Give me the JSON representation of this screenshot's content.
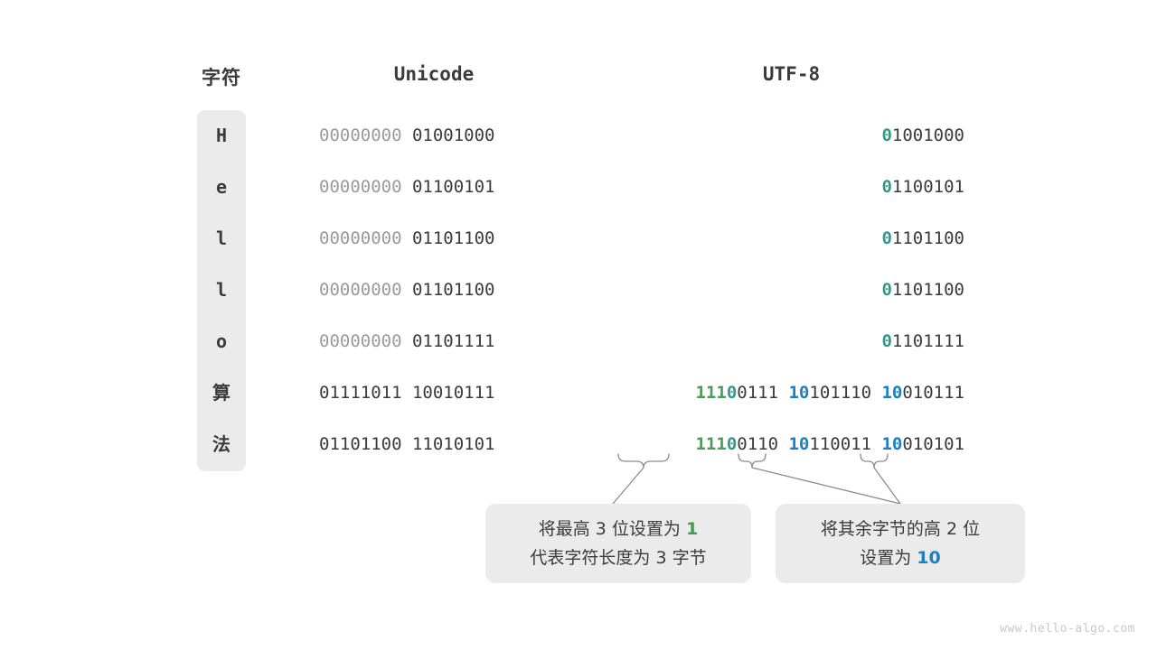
{
  "headers": {
    "character": "字符",
    "unicode": "Unicode",
    "utf8": "UTF-8"
  },
  "colors": {
    "green": "#4d9a5b",
    "teal": "#2e9b8c",
    "blue": "#1c7fc6",
    "text": "#3b3b3b",
    "dim": "#9a9a9a",
    "panel": "#ebebeb",
    "background": "#ffffff",
    "connector": "#8c8c8c",
    "watermark": "#c9c9c9"
  },
  "rows": [
    {
      "char": "H",
      "script": "latin",
      "unicode_high": "00000000",
      "unicode_low": "01001000",
      "utf8_bytes": [
        {
          "prefix": "0",
          "prefix_color": "teal",
          "rest": "1001000"
        }
      ]
    },
    {
      "char": "e",
      "script": "latin",
      "unicode_high": "00000000",
      "unicode_low": "01100101",
      "utf8_bytes": [
        {
          "prefix": "0",
          "prefix_color": "teal",
          "rest": "1100101"
        }
      ]
    },
    {
      "char": "l",
      "script": "latin",
      "unicode_high": "00000000",
      "unicode_low": "01101100",
      "utf8_bytes": [
        {
          "prefix": "0",
          "prefix_color": "teal",
          "rest": "1101100"
        }
      ]
    },
    {
      "char": "l",
      "script": "latin",
      "unicode_high": "00000000",
      "unicode_low": "01101100",
      "utf8_bytes": [
        {
          "prefix": "0",
          "prefix_color": "teal",
          "rest": "1101100"
        }
      ]
    },
    {
      "char": "o",
      "script": "latin",
      "unicode_high": "00000000",
      "unicode_low": "01101111",
      "utf8_bytes": [
        {
          "prefix": "0",
          "prefix_color": "teal",
          "rest": "1101111"
        }
      ]
    },
    {
      "char": "算",
      "script": "cjk",
      "unicode_high": "01111011",
      "unicode_low": "10010111",
      "utf8_bytes": [
        {
          "prefix": "111",
          "prefix_color": "green",
          "prefix2": "0",
          "prefix2_color": "teal",
          "rest": "0111"
        },
        {
          "prefix": "10",
          "prefix_color": "blue",
          "rest": "101110"
        },
        {
          "prefix": "10",
          "prefix_color": "blue",
          "rest": "010111"
        }
      ]
    },
    {
      "char": "法",
      "script": "cjk",
      "unicode_high": "01101100",
      "unicode_low": "11010101",
      "utf8_bytes": [
        {
          "prefix": "111",
          "prefix_color": "green",
          "prefix2": "0",
          "prefix2_color": "teal",
          "rest": "0110"
        },
        {
          "prefix": "10",
          "prefix_color": "blue",
          "rest": "110011"
        },
        {
          "prefix": "10",
          "prefix_color": "blue",
          "rest": "010101"
        }
      ]
    }
  ],
  "callouts": [
    {
      "id": "left",
      "lines": [
        [
          {
            "text": "将最高 3 位设置为 ",
            "style": "plain"
          },
          {
            "text": "1",
            "style": "green"
          }
        ],
        [
          {
            "text": "代表字符长度为 3 字节",
            "style": "plain"
          }
        ]
      ]
    },
    {
      "id": "right",
      "lines": [
        [
          {
            "text": "将其余字节的高 2 位",
            "style": "plain"
          }
        ],
        [
          {
            "text": "设置为 ",
            "style": "plain"
          },
          {
            "text": "10",
            "style": "blue"
          }
        ]
      ]
    }
  ],
  "watermark": "www.hello-algo.com"
}
